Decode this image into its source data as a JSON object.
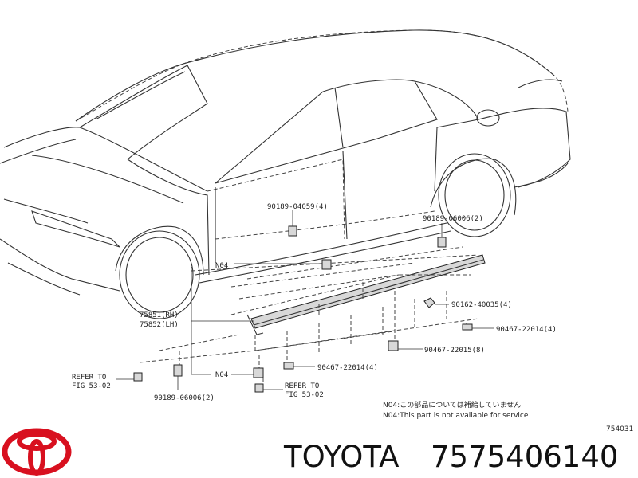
{
  "labels": {
    "p_9018904059": "90189-04059(4)",
    "p_9018906006_r": "90189-06006(2)",
    "n04_top": "N04",
    "p_9016240035": "90162-40035(4)",
    "p_75851": "75851(RH)",
    "p_75852": "75852(LH)",
    "p_9046722014_r": "90467-22014(4)",
    "p_9046722015": "90467-22015(8)",
    "p_9046722014_m": "90467-22014(4)",
    "refer_left_1": "REFER TO",
    "refer_left_2": "FIG 53-02",
    "n04_bottom": "N04",
    "refer_mid_1": "REFER TO",
    "refer_mid_2": "FIG 53-02",
    "p_9018906006_l": "90189-06006(2)"
  },
  "notes": {
    "line1": "N04:この部品については補給していません",
    "line2": "N04:This part is not available for service"
  },
  "figure_id": "754031",
  "brand": {
    "name": "TOYOTA",
    "part_number": "7575406140",
    "logo_color": "#d8101f"
  }
}
